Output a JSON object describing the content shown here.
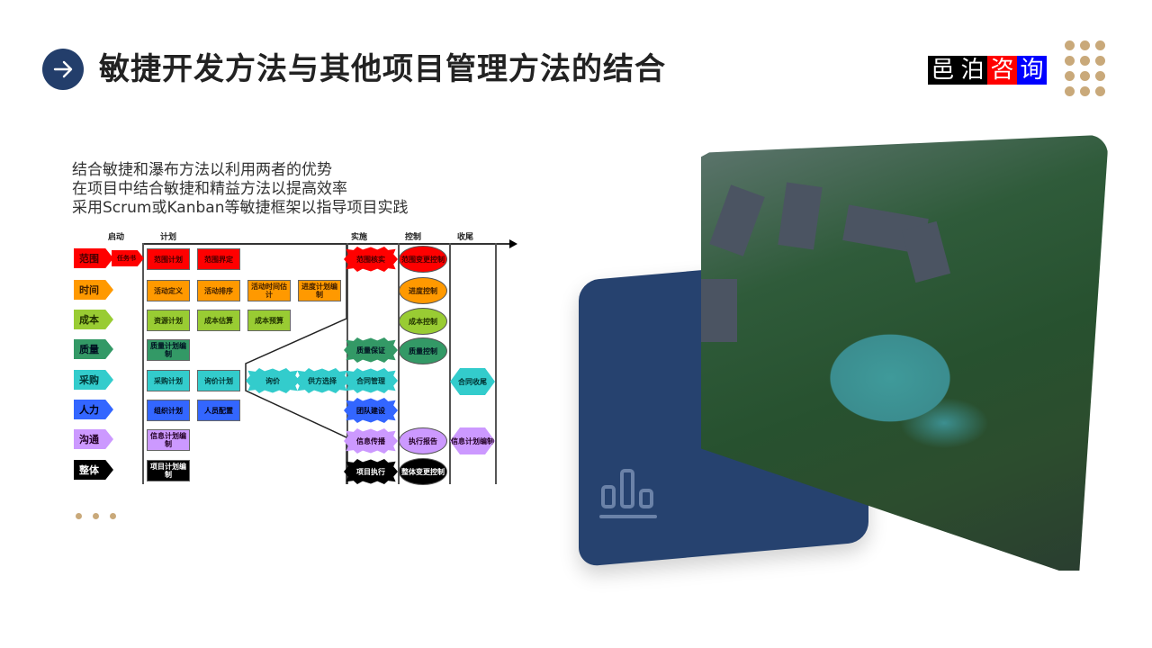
{
  "header": {
    "title": "敏捷开发方法与其他项目管理方法的结合",
    "title_icon": "arrow-right-icon",
    "logo": [
      {
        "char": "邑",
        "bg": "#000000"
      },
      {
        "char": "泊",
        "bg": "#000000"
      },
      {
        "char": "咨",
        "bg": "#ff0000"
      },
      {
        "char": "询",
        "bg": "#0000ff"
      }
    ],
    "accent_color": "#233e6b",
    "dot_color": "#c9a97a"
  },
  "bullets": [
    "结合敏捷和瀑布方法以利用两者的优势",
    "在项目中结合敏捷和精益方法以提高效率",
    "采用Scrum或Kanban等敏捷框架以指导项目实践"
  ],
  "diagram": {
    "phases": [
      "启动",
      "计划",
      "实施",
      "控制",
      "收尾"
    ],
    "knowledge_areas": [
      "范围",
      "时间",
      "成本",
      "质量",
      "采购",
      "人力",
      "沟通",
      "整体"
    ],
    "initiate": [
      "任务书"
    ],
    "plan": {
      "scope": [
        "范围计划",
        "范围界定"
      ],
      "time": [
        "活动定义",
        "活动排序",
        "活动时间估计",
        "进度计划编制"
      ],
      "cost": [
        "资源计划",
        "成本估算",
        "成本预算"
      ],
      "quality": [
        "质量计划编制"
      ],
      "procurement": [
        "采购计划",
        "询价计划"
      ],
      "hr": [
        "组织计划",
        "人员配置"
      ],
      "comm": [
        "信息计划编制"
      ],
      "integration": [
        "项目计划编制"
      ]
    },
    "execute": {
      "scope": "范围核实",
      "quality": "质量保证",
      "procurement": [
        "询价",
        "供方选择",
        "合同管理"
      ],
      "hr": "团队建设",
      "comm": "信息传播",
      "integration": "项目执行"
    },
    "control": {
      "scope": "范围变更控制",
      "time": "进度控制",
      "cost": "成本控制",
      "quality": "质量控制",
      "comm": "执行报告",
      "integration": "整体变更控制"
    },
    "close": {
      "procurement": "合同收尾",
      "comm": "信息计划编制"
    }
  },
  "visual": {
    "card_icon": "bar-chart-icon",
    "card_color": "#26426f",
    "photo_alt": "aerial-view-of-park-with-lake"
  }
}
